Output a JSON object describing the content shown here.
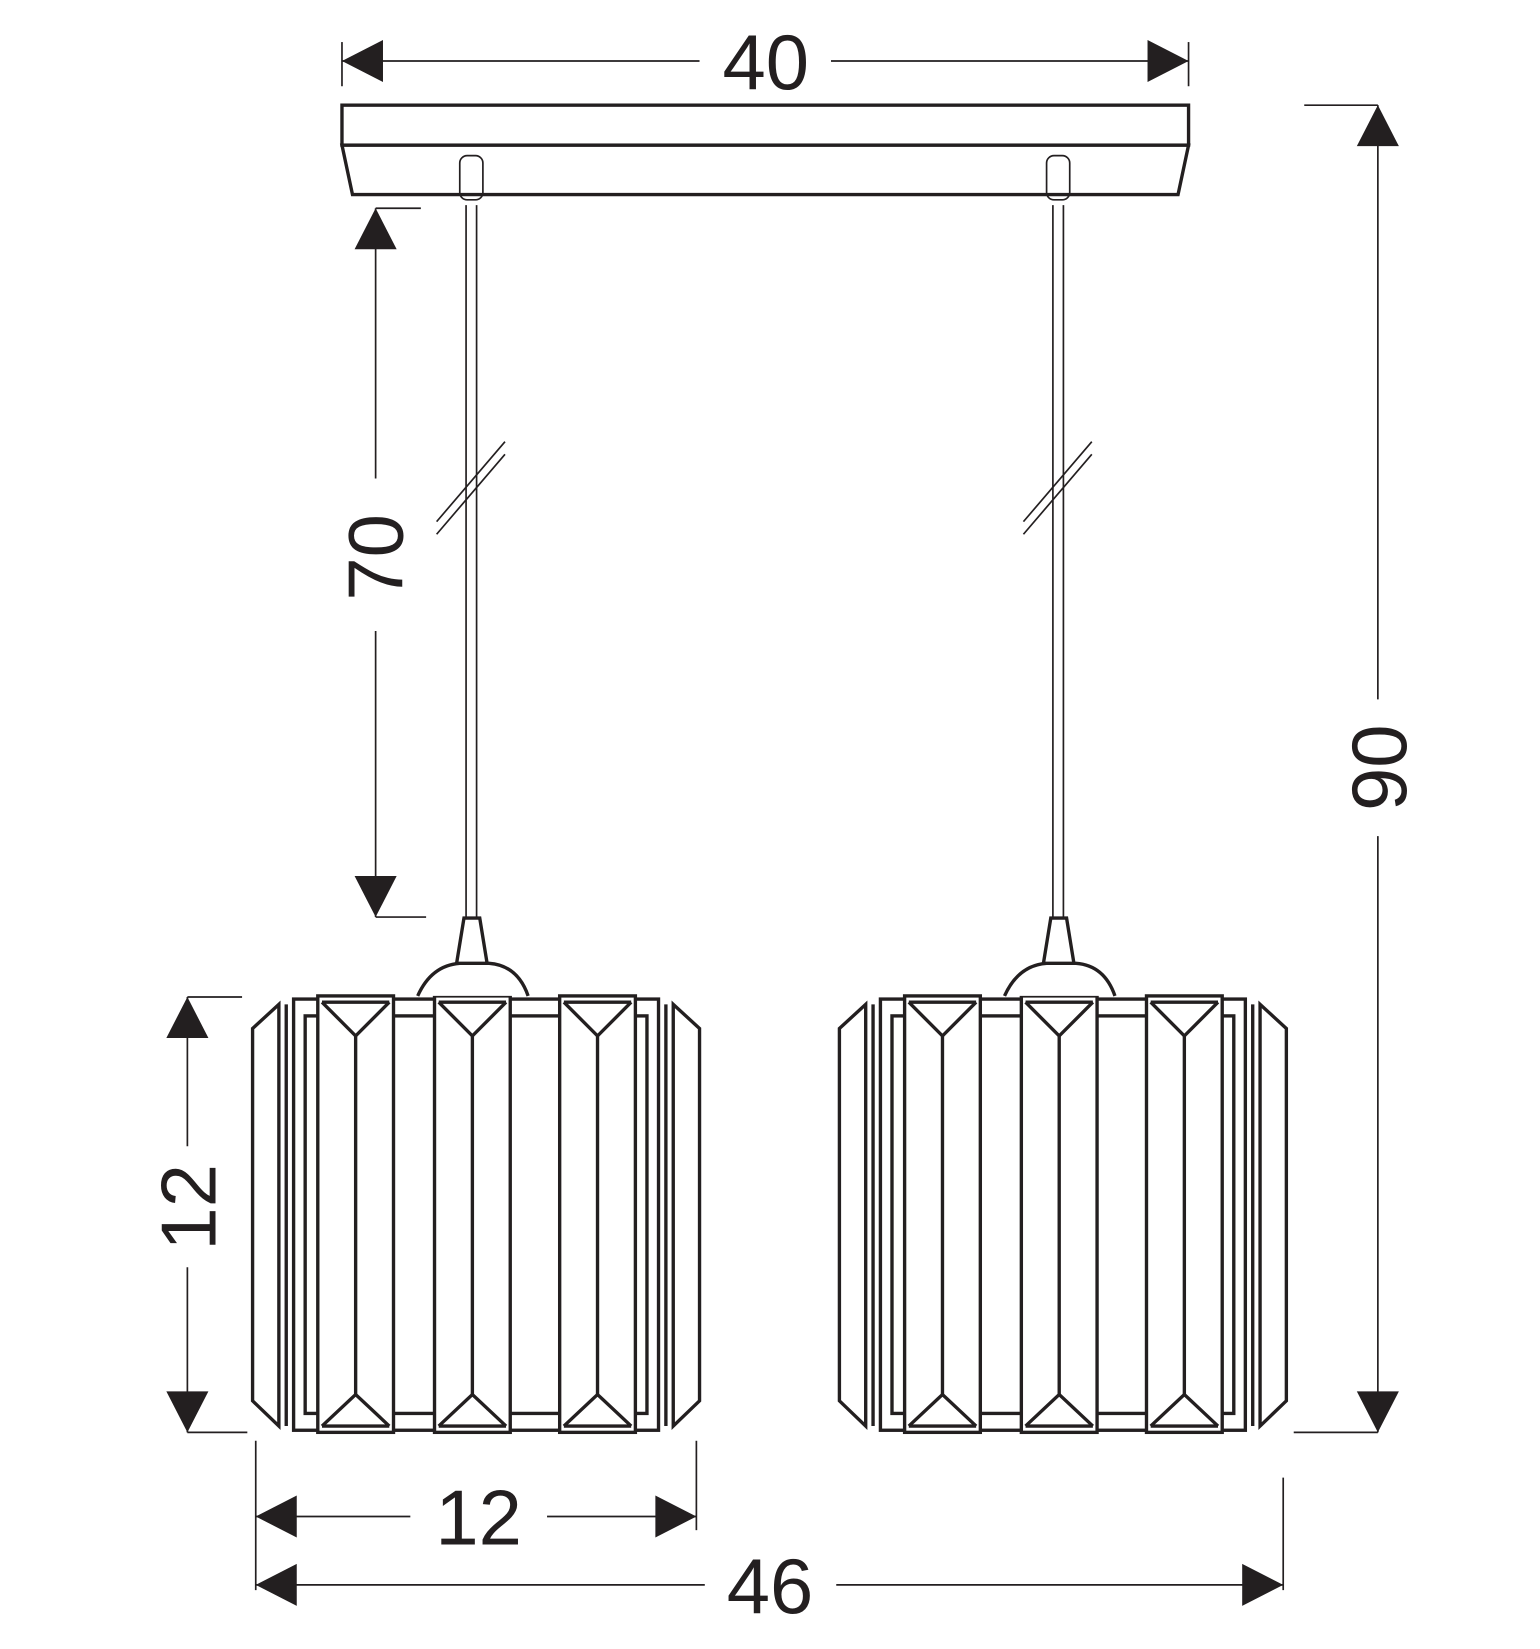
{
  "title": "Two-light pendant lamp dimension drawing",
  "dimensions": {
    "canopy_width": "40",
    "cord_length": "70",
    "total_height": "90",
    "shade_height": "12",
    "shade_diameter": "12",
    "total_width": "46"
  },
  "colors": {
    "line": "#231f20",
    "background": "#ffffff"
  }
}
